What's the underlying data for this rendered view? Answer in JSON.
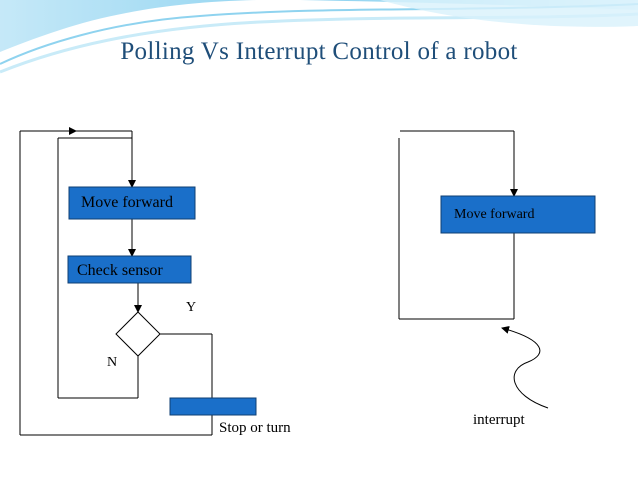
{
  "slide": {
    "title": "Polling Vs Interrupt Control of a robot"
  },
  "polling_flowchart": {
    "move_forward": "Move forward",
    "check_sensor": "Check sensor",
    "branch_yes": "Y",
    "branch_no": "N",
    "stop_or_turn": "Stop or turn"
  },
  "interrupt_flowchart": {
    "move_forward": "Move forward",
    "interrupt": "interrupt"
  },
  "colors": {
    "box_fill": "#1a6fc9",
    "box_border": "#0f3f73",
    "title": "#1f4e79",
    "header_wave": "#6fc6ea"
  }
}
